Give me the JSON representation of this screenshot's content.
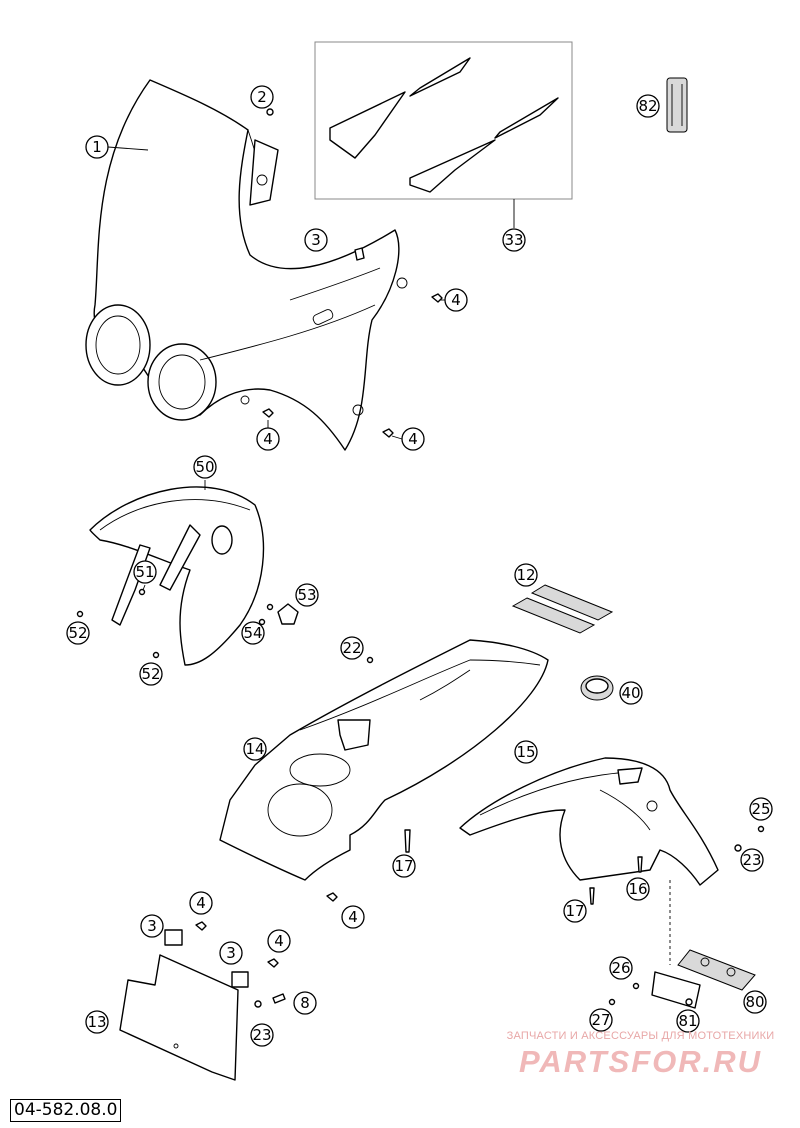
{
  "callouts": {
    "c1": "1",
    "c2": "2",
    "c3a": "3",
    "c4a": "4",
    "c4b": "4",
    "c4c": "4",
    "c33": "33",
    "c82": "82",
    "c50": "50",
    "c51": "51",
    "c52a": "52",
    "c52b": "52",
    "c53": "53",
    "c54": "54",
    "c12": "12",
    "c22": "22",
    "c40": "40",
    "c14": "14",
    "c15": "15",
    "c25": "25",
    "c17a": "17",
    "c23a": "23",
    "c16": "16",
    "c17b": "17",
    "c4d": "4",
    "c3b": "3",
    "c4e": "4",
    "c3c": "3",
    "c4f": "4",
    "c8": "8",
    "c13": "13",
    "c23b": "23",
    "c26": "26",
    "c27": "27",
    "c81": "81",
    "c80": "80"
  },
  "drawing_code": "04-582.08.0",
  "watermark": {
    "tagline": "ЗАПЧАСТИ И АКСЕССУАРЫ ДЛЯ МОТОТЕХНИКИ",
    "logo": "PARTSFOR.RU"
  }
}
